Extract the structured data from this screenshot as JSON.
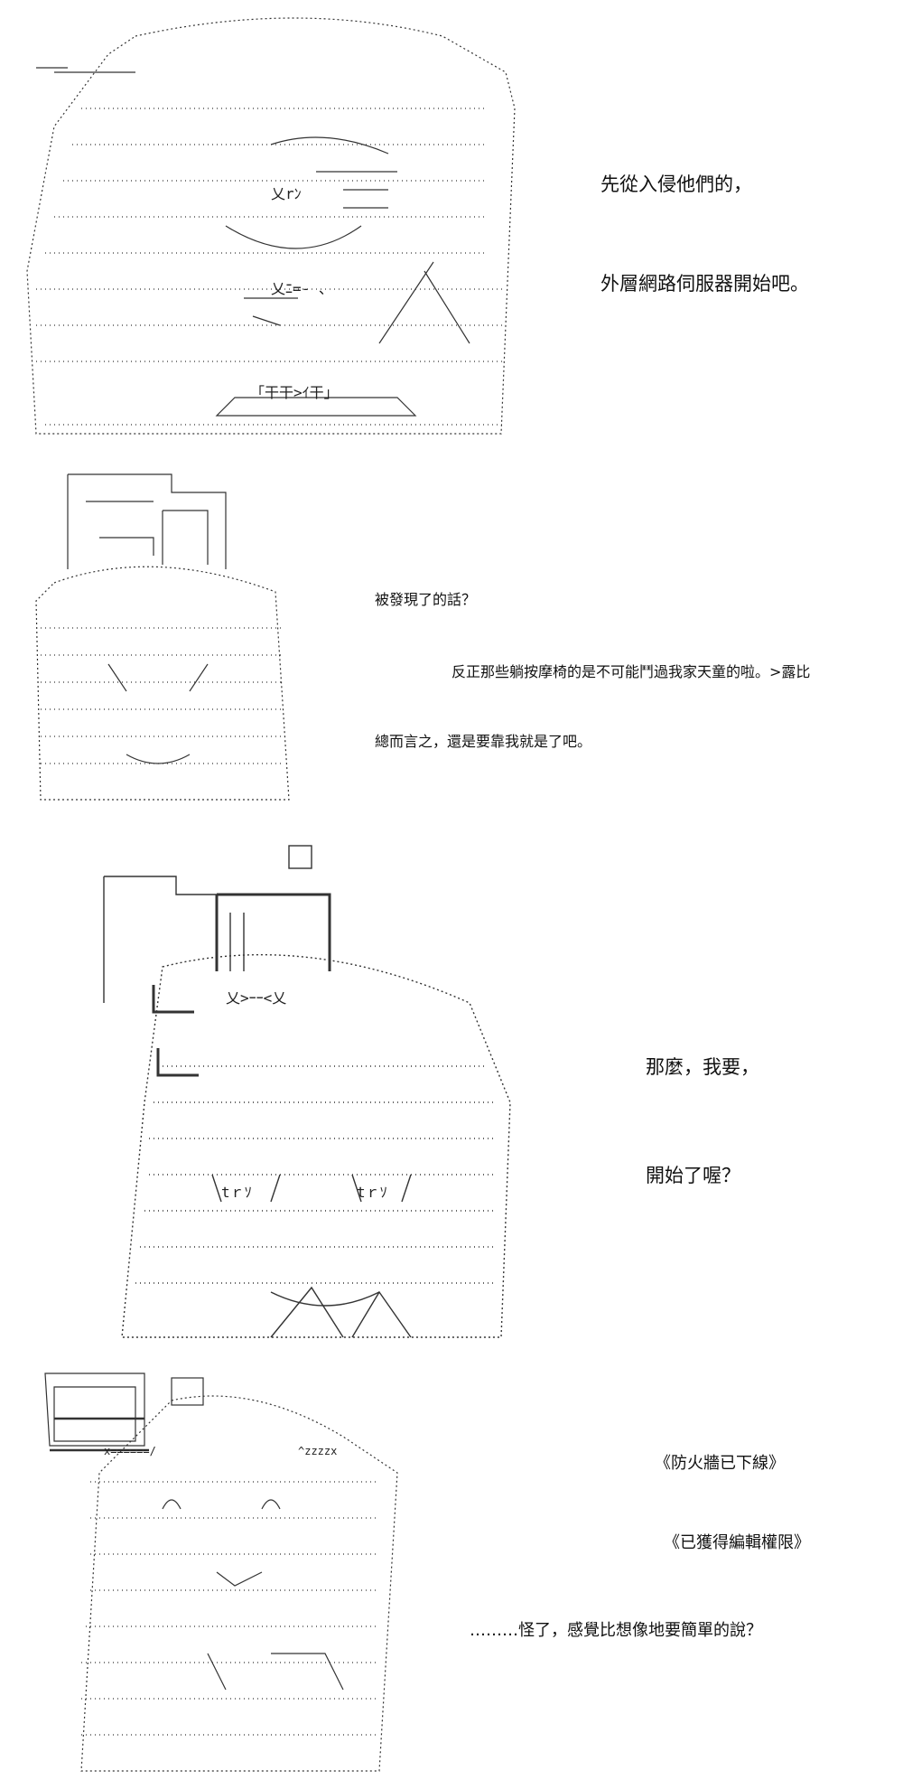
{
  "panels": [
    {
      "id": "panel-1",
      "captions": [
        "先從入侵他們的，",
        "外層網路伺服器開始吧。"
      ]
    },
    {
      "id": "panel-2",
      "captions": [
        "被發現了的話？",
        "反正那些躺按摩椅的是不可能鬥過我家天童的啦。>露比",
        "總而言之，還是要靠我就是了吧。"
      ]
    },
    {
      "id": "panel-3",
      "captions": [
        "那麼，我要，",
        "開始了喔？"
      ]
    },
    {
      "id": "panel-4",
      "captions": [
        "《防火牆已下線》",
        "《已獲得編輯權限》",
        "………怪了，感覺比想像地要簡單的說？"
      ]
    }
  ]
}
